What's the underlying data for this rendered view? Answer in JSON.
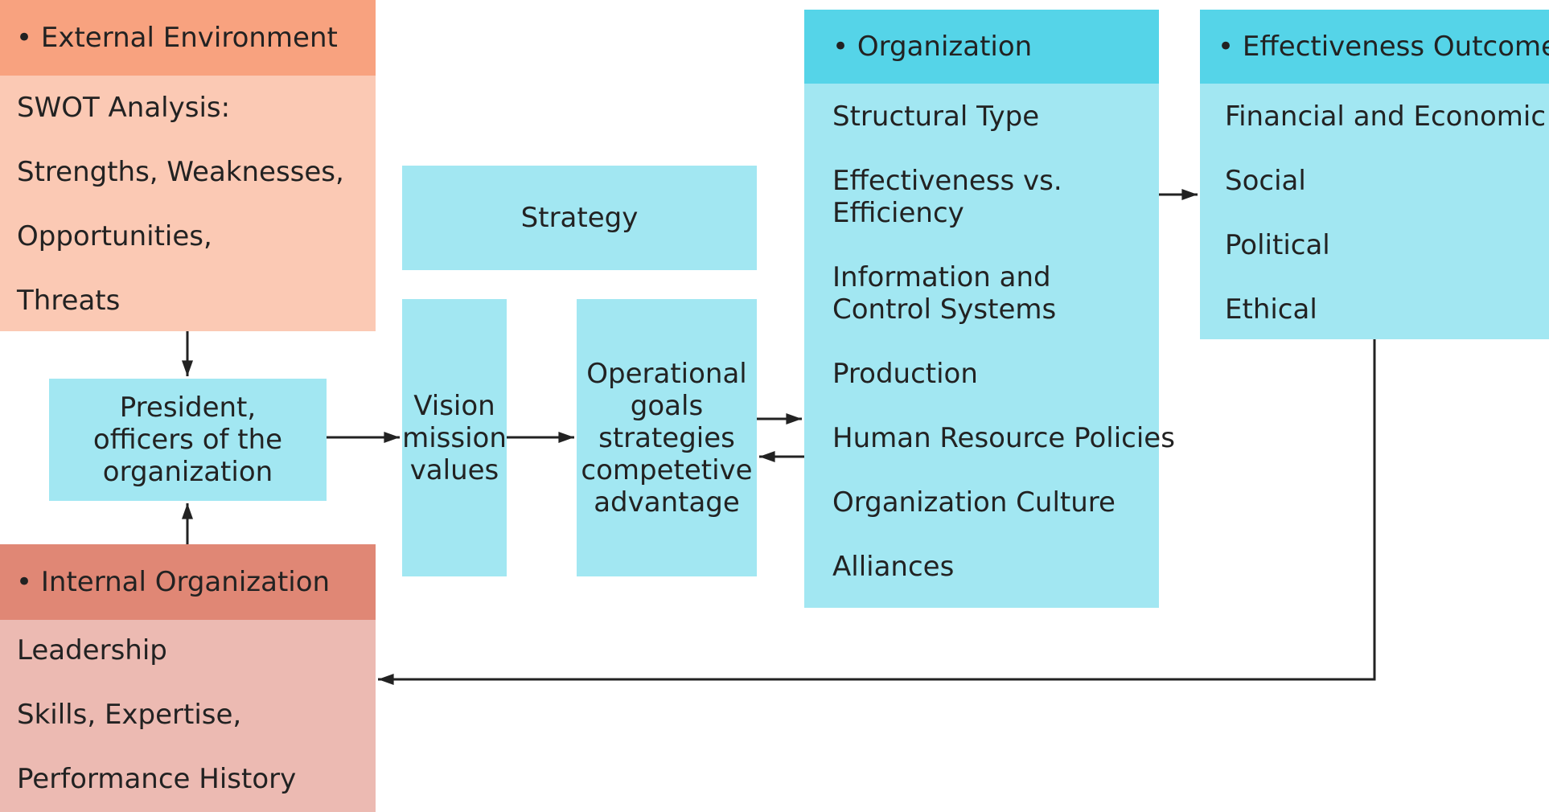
{
  "colors": {
    "external_header": "#F8A27F",
    "external_body": "#FBC9B4",
    "internal_header": "#E08775",
    "internal_body": "#ECBAB2",
    "cyan_header": "#55D4E8",
    "cyan_body": "#A2E7F2",
    "arrow": "#222222"
  },
  "external": {
    "title": "• External Environment",
    "items": [
      "SWOT Analysis:",
      "Strengths, Weaknesses,",
      "Opportunities,",
      "Threats"
    ]
  },
  "internal": {
    "title": "• Internal Organization",
    "items": [
      "Leadership",
      "Skills, Expertise,",
      "Performance History"
    ]
  },
  "president": {
    "label": "President,\nofficers of the\norganization"
  },
  "strategy": {
    "label": "Strategy"
  },
  "vision": {
    "label": "Vision\nmission\nvalues"
  },
  "operational": {
    "label": "Operational\ngoals\nstrategies\ncompetetive\nadvantage"
  },
  "organization": {
    "title": "• Organization",
    "items": [
      "Structural Type",
      "Effectiveness vs.",
      "Efficiency",
      "Information and",
      "Control Systems",
      "Production",
      "Human Resource Policies",
      "Organization Culture",
      "Alliances"
    ]
  },
  "outcomes": {
    "title": "• Effectiveness Outcomes",
    "items": [
      "Financial and Economic",
      "Social",
      "Political",
      "Ethical"
    ]
  }
}
